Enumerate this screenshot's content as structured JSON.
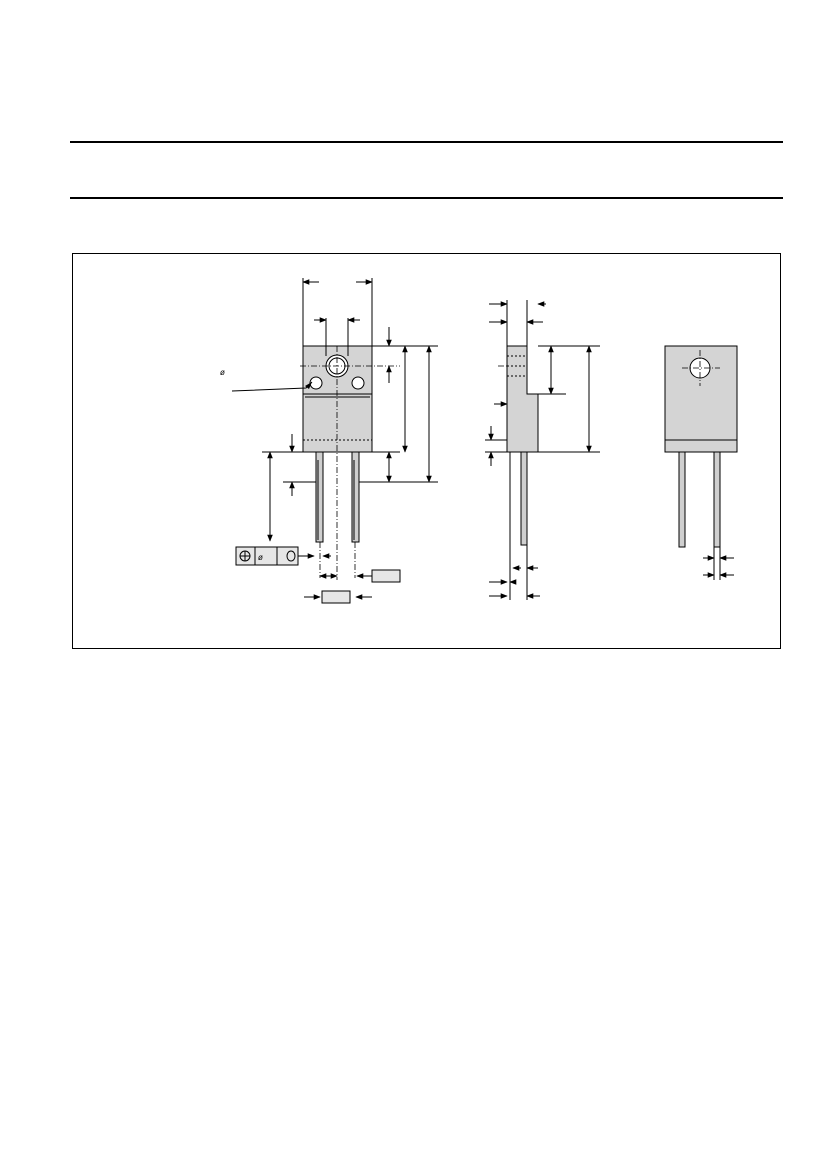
{
  "diagram": {
    "diameter_symbol": "ø",
    "tolerance_symbol": "ø",
    "views": [
      "front-view",
      "side-view",
      "rear-view"
    ]
  }
}
